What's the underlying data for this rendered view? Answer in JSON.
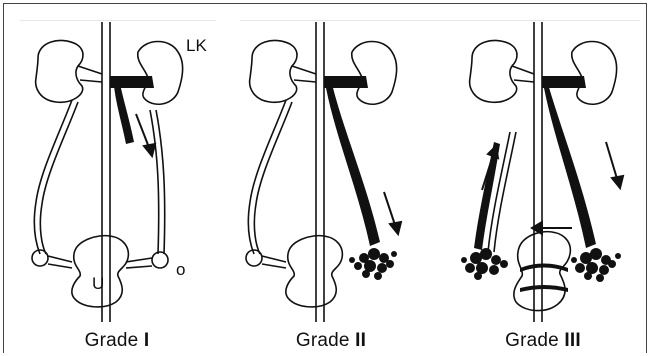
{
  "labels": {
    "left_kidney": "LK",
    "bladder": "U",
    "orifice": "o"
  },
  "grades": [
    {
      "word": "Grade",
      "numeral": "I"
    },
    {
      "word": "Grade",
      "numeral": "II"
    },
    {
      "word": "Grade",
      "numeral": "III"
    }
  ]
}
